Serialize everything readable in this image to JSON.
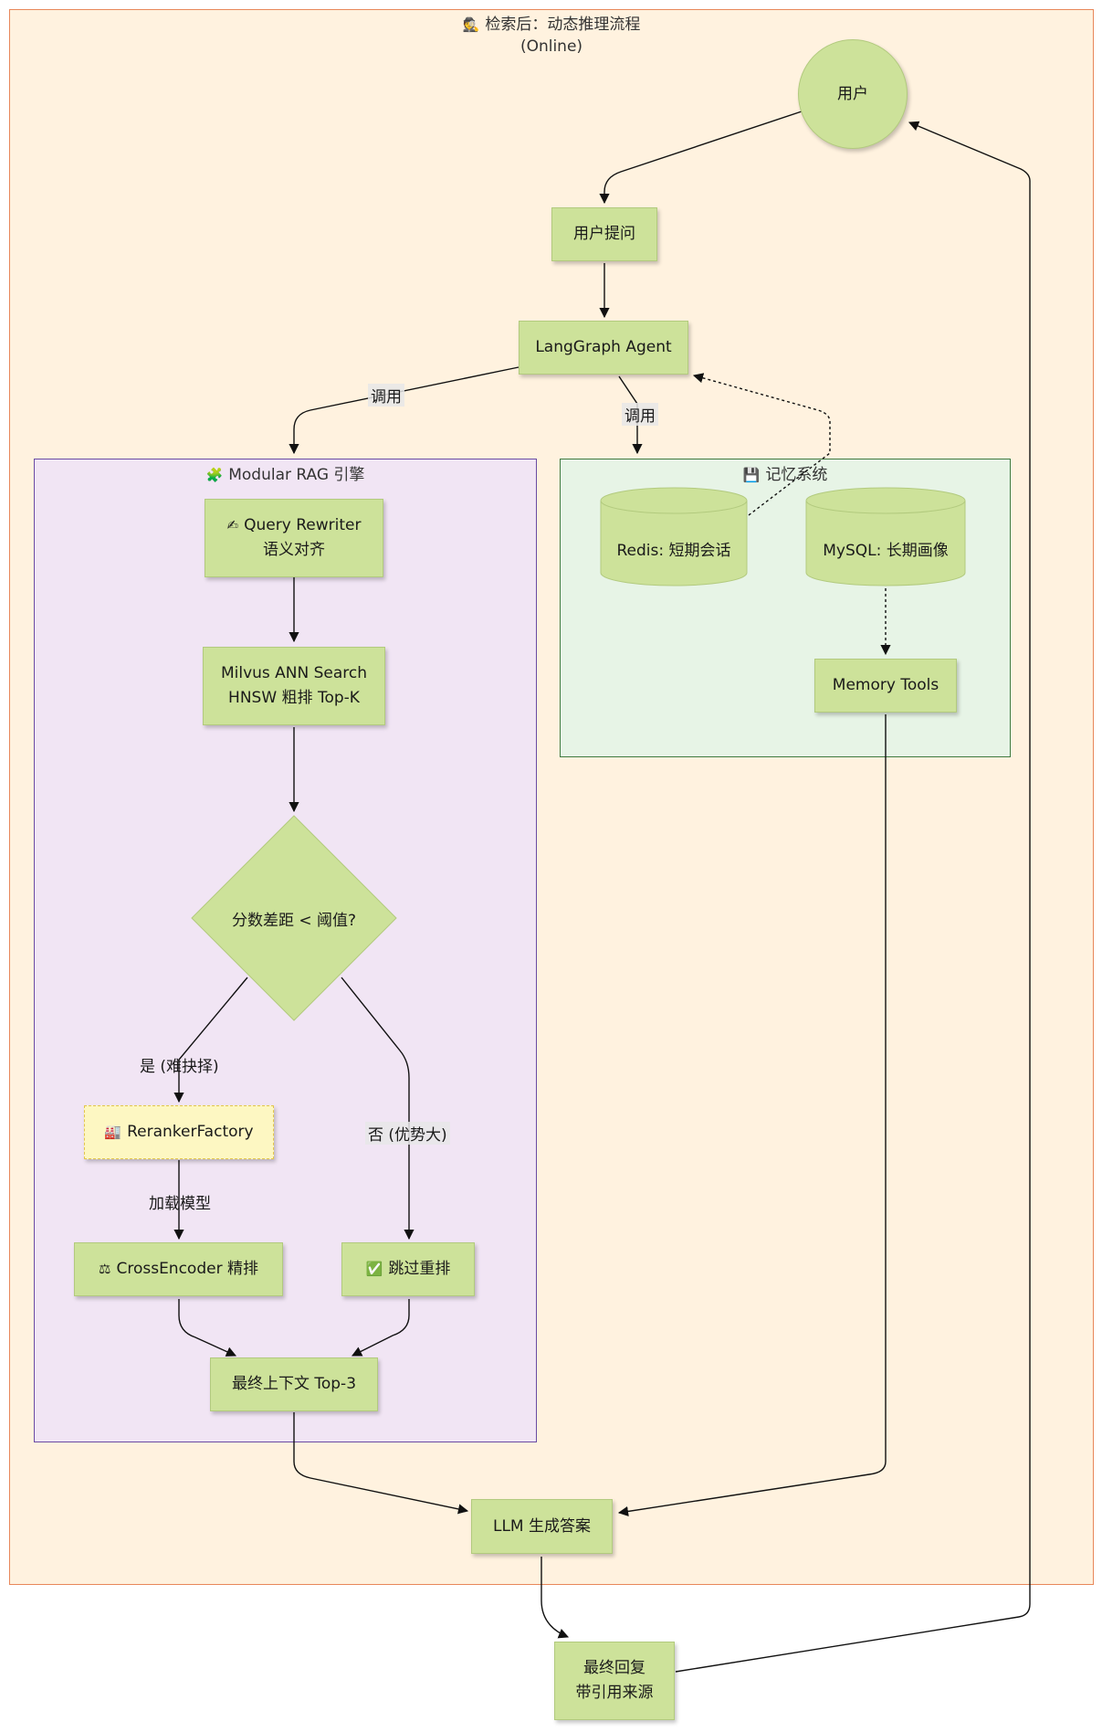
{
  "clusters": {
    "outer": {
      "title": "检索后：动态推理流程",
      "subtitle": "(Online)",
      "icon": "detective-icon"
    },
    "rag": {
      "title": "Modular RAG 引擎",
      "icon": "puzzle-icon"
    },
    "memory": {
      "title": "记忆系统",
      "icon": "floppy-disk-icon"
    }
  },
  "nodes": {
    "user": "用户",
    "user_question": "用户提问",
    "agent": "LangGraph Agent",
    "query_rewriter": {
      "line1": "Query Rewriter",
      "line2": "语义对齐",
      "icon": "pencil-icon"
    },
    "milvus": {
      "line1": "Milvus ANN Search",
      "line2": "HNSW 粗排 Top-K"
    },
    "decision": "分数差距 < 阈值?",
    "reranker_factory": {
      "label": "RerankerFactory",
      "icon": "factory-icon"
    },
    "cross_encoder": {
      "label": "CrossEncoder 精排",
      "icon": "scales-icon"
    },
    "skip_rerank": {
      "label": "跳过重排",
      "icon": "check-mark-icon"
    },
    "final_context": "最终上下文 Top-3",
    "redis": "Redis: 短期会话",
    "mysql": "MySQL: 长期画像",
    "memory_tools": "Memory Tools",
    "llm": "LLM 生成答案",
    "final_reply": {
      "line1": "最终回复",
      "line2": "带引用来源"
    }
  },
  "edges": {
    "call_left": "调用",
    "call_right": "调用",
    "yes_hard": "是 (难抉择)",
    "no_advantage": "否 (优势大)",
    "load_model": "加载模型"
  },
  "colors": {
    "node_fill": "#cde29a",
    "outer_fill": "#fff2df",
    "rag_fill": "#f1e5f4",
    "memory_fill": "#e7f4e6",
    "factory_fill": "#fdf7c2"
  }
}
